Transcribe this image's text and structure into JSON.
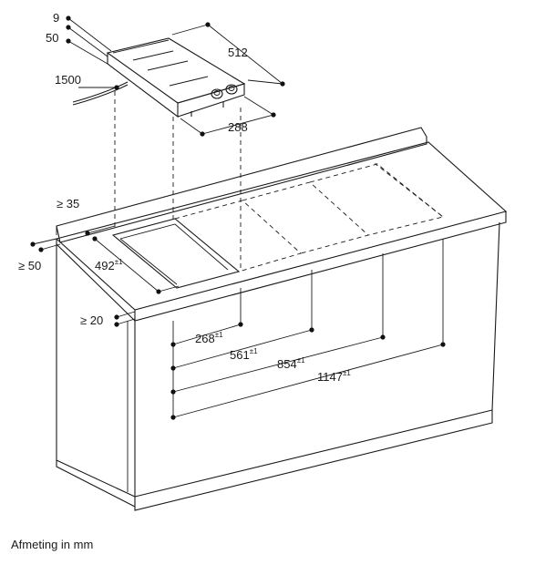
{
  "diagram": {
    "dim_9": "9",
    "dim_50_top": "50",
    "dim_1500": "1500",
    "dim_512": "512",
    "dim_288": "288",
    "dim_ge35": "≥ 35",
    "dim_ge50": "≥ 50",
    "dim_492": "492",
    "dim_ge20": "≥ 20",
    "dim_268": "268",
    "dim_561": "561",
    "dim_854": "854",
    "dim_1147": "1147",
    "tolerance": "±1"
  },
  "caption": "Afmeting in mm"
}
